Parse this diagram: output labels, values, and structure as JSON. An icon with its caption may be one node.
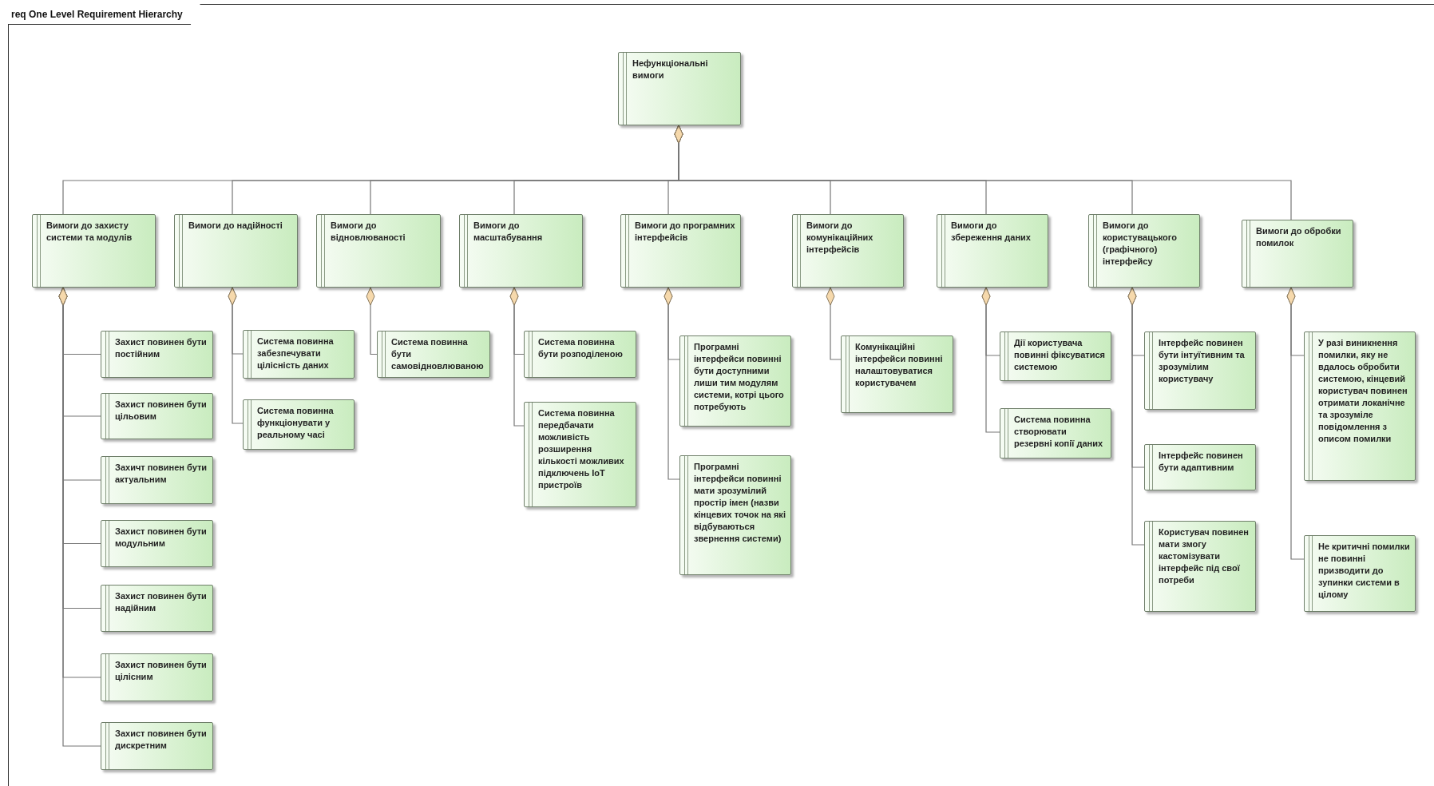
{
  "diagram": {
    "title": "req One Level Requirement Hierarchy",
    "nodes": [
      {
        "text": [
          "Нефункціональні вимоги"
        ]
      },
      {
        "text": [
          "Вимоги до захисту системи та модулів"
        ]
      },
      {
        "text": [
          "Вимоги до надійності"
        ]
      },
      {
        "text": [
          "Вимоги до відновлюваності"
        ]
      },
      {
        "text": [
          "Вимоги до масштабування"
        ]
      },
      {
        "text": [
          "Вимоги до програмних інтерфейсів"
        ]
      },
      {
        "text": [
          "Вимоги до комунікаційних інтерфейсів"
        ]
      },
      {
        "text": [
          "Вимоги до збереження даних"
        ]
      },
      {
        "text": [
          "Вимоги до користувацького (графічного) інтерфейсу"
        ]
      },
      {
        "text": [
          "Вимоги до обробки помилок"
        ]
      },
      {
        "text": [
          "Захист повинен бути постійним"
        ]
      },
      {
        "text": [
          "Захист повинен бути цільовим"
        ]
      },
      {
        "text": [
          "Захичт повинен бути актуальним"
        ]
      },
      {
        "text": [
          "Захист повинен бути модульним"
        ]
      },
      {
        "text": [
          "Захист повинен бути надійним"
        ]
      },
      {
        "text": [
          "Захист повинен бути цілісним"
        ]
      },
      {
        "text": [
          "Захист повинен бути дискретним"
        ]
      },
      {
        "text": [
          "Система повинна забезпечувати цілісність даних"
        ]
      },
      {
        "text": [
          "Система повинна функціонувати у реальному часі"
        ]
      },
      {
        "text": [
          "Система повинна бути самовідновлюваною"
        ]
      },
      {
        "text": [
          "Система повинна бути розподіленою"
        ]
      },
      {
        "text": [
          "Система повинна передбачати можливість розширення кількості можливих підключень IoT пристроїв"
        ]
      },
      {
        "text": [
          "Програмні інтерфейси повинні бути доступними лиши тим модулям системи, котрі цього потребують"
        ]
      },
      {
        "text": [
          "Програмні інтерфейси повинні мати зрозумілий простір імен (назви кінцевих точок на які відбуваються звернення системи)"
        ]
      },
      {
        "text": [
          "Комунікаційні інтерфейси повинні налаштовуватися користувачем"
        ]
      },
      {
        "text": [
          "Дії користувача повинні фіксуватися системою"
        ]
      },
      {
        "text": [
          "Система повинна створювати резервні копії даних"
        ]
      },
      {
        "text": [
          "Інтерфейс повинен бути інтуїтивним та зрозумілим користувачу"
        ]
      },
      {
        "text": [
          "Інтерфейс повинен бути адаптивним"
        ]
      },
      {
        "text": [
          "Користувач повинен мати змогу кастомізувати інтерфейс під свої потреби"
        ]
      },
      {
        "text": [
          "У разі виникнення помилки, яку не вдалось обробити системою, кінцевий користувач повинен отримати локанічне та зрозуміле повідомлення з описом помилки"
        ]
      },
      {
        "text": [
          "Не критичні помилки не повинні призводити до зупинки системи в цілому"
        ]
      }
    ],
    "edges": [
      {
        "from": 0,
        "to": 1,
        "arrow": "other"
      },
      {
        "from": 0,
        "to": 2,
        "arrow": "other"
      },
      {
        "from": 0,
        "to": 3,
        "arrow": "other"
      },
      {
        "from": 0,
        "to": 4,
        "arrow": "other"
      },
      {
        "from": 0,
        "to": 5,
        "arrow": "other"
      },
      {
        "from": 0,
        "to": 6,
        "arrow": "other"
      },
      {
        "from": 0,
        "to": 7,
        "arrow": "other"
      },
      {
        "from": 0,
        "to": 8,
        "arrow": "other"
      },
      {
        "from": 0,
        "to": 9,
        "arrow": "other"
      },
      {
        "from": 1,
        "to": 10,
        "arrow": "other"
      },
      {
        "from": 1,
        "to": 11,
        "arrow": "other"
      },
      {
        "from": 1,
        "to": 12,
        "arrow": "other"
      },
      {
        "from": 1,
        "to": 13,
        "arrow": "other"
      },
      {
        "from": 1,
        "to": 14,
        "arrow": "other"
      },
      {
        "from": 1,
        "to": 15,
        "arrow": "other"
      },
      {
        "from": 1,
        "to": 16,
        "arrow": "other"
      },
      {
        "from": 2,
        "to": 17,
        "arrow": "other"
      },
      {
        "from": 2,
        "to": 18,
        "arrow": "other"
      },
      {
        "from": 3,
        "to": 19,
        "arrow": "other"
      },
      {
        "from": 4,
        "to": 20,
        "arrow": "other"
      },
      {
        "from": 4,
        "to": 21,
        "arrow": "other"
      },
      {
        "from": 5,
        "to": 22,
        "arrow": "other"
      },
      {
        "from": 5,
        "to": 23,
        "arrow": "other"
      },
      {
        "from": 6,
        "to": 24,
        "arrow": "other"
      },
      {
        "from": 7,
        "to": 25,
        "arrow": "other"
      },
      {
        "from": 7,
        "to": 26,
        "arrow": "other"
      },
      {
        "from": 8,
        "to": 27,
        "arrow": "other"
      },
      {
        "from": 8,
        "to": 28,
        "arrow": "other"
      },
      {
        "from": 8,
        "to": 29,
        "arrow": "other"
      },
      {
        "from": 9,
        "to": 30,
        "arrow": "other"
      },
      {
        "from": 9,
        "to": 31,
        "arrow": "other"
      }
    ]
  }
}
